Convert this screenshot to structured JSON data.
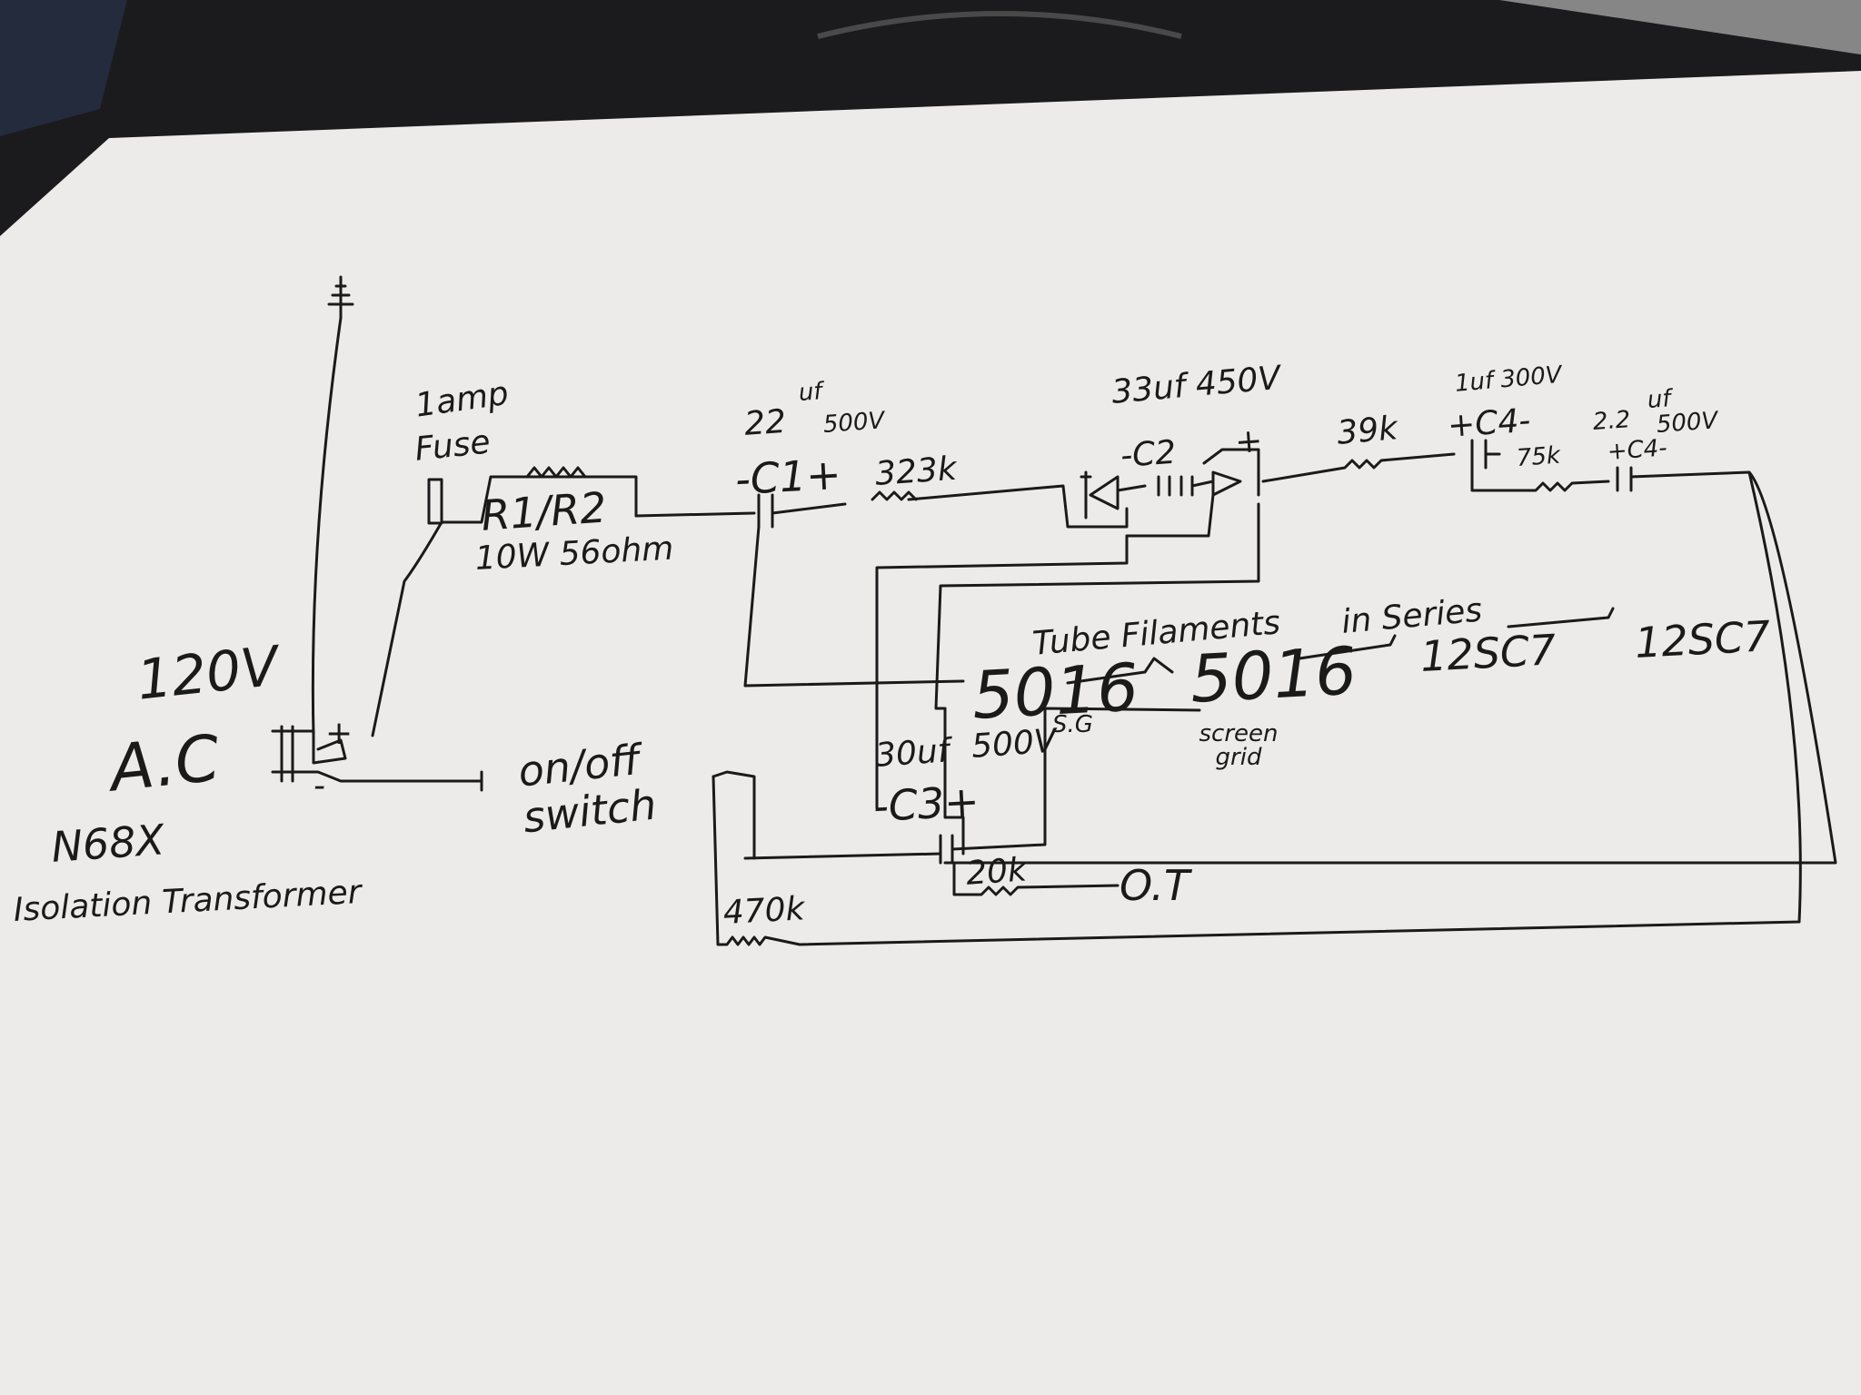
{
  "labels": {
    "lamp": "1amp",
    "fuse": "Fuse",
    "r1r2": "R1/R2",
    "r1r2_rating": "10W 56ohm",
    "c1_value": "22",
    "c1_unit": "uf",
    "c1_voltage": "500V",
    "c1_name": "-C1+",
    "r_323k": "323k",
    "c2_value": "33uf 450V",
    "c2_name": "-C2",
    "c2_plus": "+",
    "r_39k": "39k",
    "c4a_value": "1uf 300V",
    "c4a_name": "+C4-",
    "r_75k": "75k",
    "c4b_value": "2.2",
    "c4b_unit": "uf",
    "c4b_voltage": "500V",
    "c4b_name": "+C4-",
    "tube_caption": "Tube Filaments",
    "in_series": "in Series",
    "tube_1": "5016",
    "tube_2": "5016",
    "tube_3": "12SC7",
    "tube_4": "12SC7",
    "sg": "S.G",
    "screen_grid": "screen grid",
    "c3_value": "30uf",
    "c3_voltage": "500V",
    "c3_name": "-C3+",
    "r_20k": "20k",
    "ot": "O.T",
    "r_470k": "470k",
    "onoff_switch": "on/off switch",
    "volt_120": "120V",
    "ac": "A.C",
    "plus": "+",
    "minus": "-",
    "transformer_id": "N68X",
    "isolation_transformer": "Isolation Transformer"
  },
  "colors": {
    "paper": "#ecebea",
    "ink": "#1a1a1a",
    "background": "#1b1a1c"
  },
  "icons": [
    "ground-icon",
    "fuse-icon",
    "resistor-icon",
    "capacitor-icon",
    "diode-icon",
    "switch-icon",
    "transformer-icon"
  ]
}
